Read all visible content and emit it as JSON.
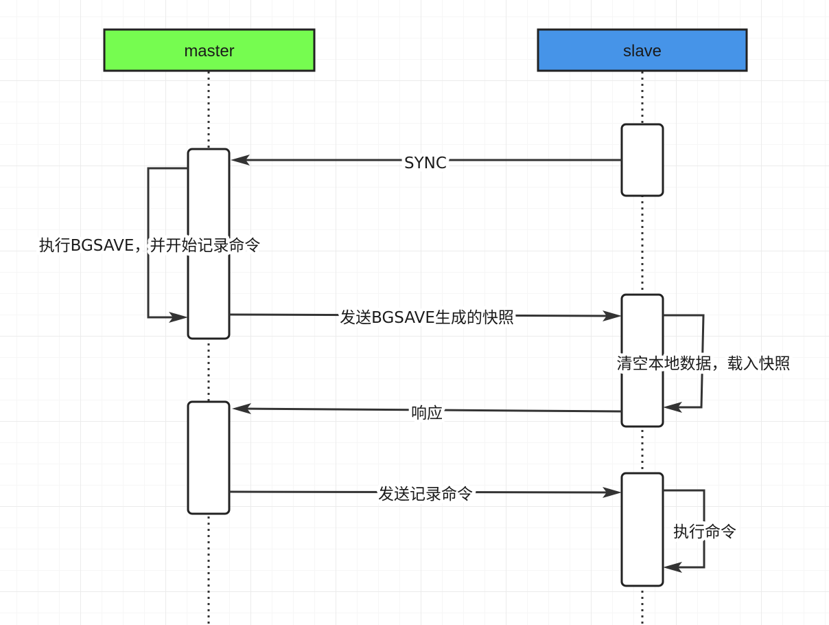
{
  "participants": {
    "master": {
      "label": "master",
      "fill": "#76fc50"
    },
    "slave": {
      "label": "slave",
      "fill": "#4694e8"
    }
  },
  "messages": {
    "sync": "SYNC",
    "bgsave": "执行BGSAVE，并开始记录命令",
    "send_snapshot": "发送BGSAVE生成的快照",
    "load_snapshot": "清空本地数据，载入快照",
    "response": "响应",
    "send_commands": "发送记录命令",
    "exec_commands": "执行命令"
  }
}
